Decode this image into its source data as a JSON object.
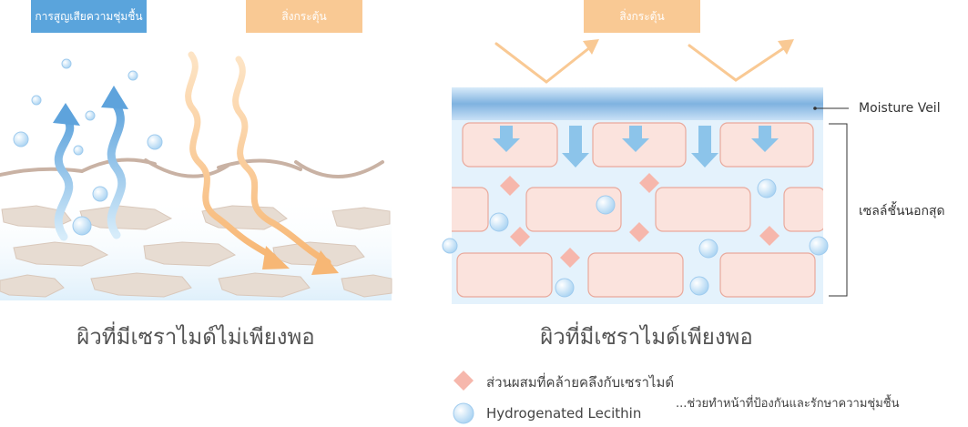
{
  "left_panel": {
    "tag_moisture_loss": "การสูญเสียความชุ่มชื้น",
    "tag_irritant": "สิ่งกระตุ้น",
    "caption": "ผิวที่มีเซราไมด์ไม่เพียงพอ"
  },
  "right_panel": {
    "tag_irritant": "สิ่งกระตุ้น",
    "caption": "ผิวที่มีเซราไมด์เพียงพอ",
    "label_veil": "Moisture Veil",
    "label_cells": "เซลล์ชั้นนอกสุด"
  },
  "legend": {
    "item1": "ส่วนผสมที่คล้ายคลึงกับเซราไมด์",
    "item2": "Hydrogenated Lecithin",
    "item2_note": "...ช่วยทำหน้าที่ป้องกันและรักษาความชุ่มชื้น"
  },
  "colors": {
    "blue_tag": "#5aa4dc",
    "orange_tag": "#f9c994",
    "cell_fill": "#fbe3dd",
    "cell_stroke": "#e9a99c",
    "veil": "#7fb2e0",
    "diamond": "#f6b7ac",
    "bubble": "#bfe0f7",
    "arrow_blue": "#8cc4ea",
    "arrow_orange": "#f8c28a"
  }
}
